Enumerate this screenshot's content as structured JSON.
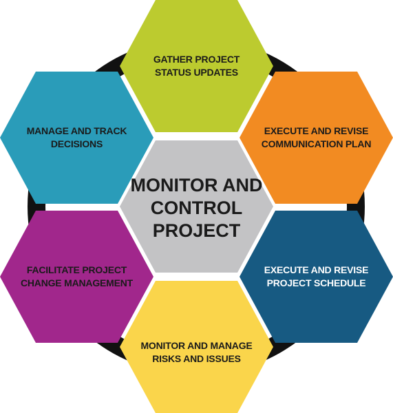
{
  "center": {
    "line1": "MONITOR AND",
    "line2": "CONTROL",
    "line3": "PROJECT",
    "color": "#c3c3c5"
  },
  "outer": {
    "top": {
      "line1": "GATHER PROJECT",
      "line2": "STATUS UPDATES",
      "color": "#bccb2f"
    },
    "upper_right": {
      "line1": "EXECUTE AND REVISE",
      "line2": "COMMUNICATION PLAN",
      "color": "#f28b22"
    },
    "lower_right": {
      "line1": "EXECUTE AND REVISE",
      "line2": "PROJECT SCHEDULE",
      "color": "#175a82"
    },
    "bottom": {
      "line1": "MONITOR AND MANAGE",
      "line2": "RISKS AND ISSUES",
      "color": "#fad54b"
    },
    "lower_left": {
      "line1": "FACILITATE PROJECT",
      "line2": "CHANGE MANAGEMENT",
      "color": "#a1278c"
    },
    "upper_left": {
      "line1": "MANAGE AND TRACK",
      "line2": "DECISIONS",
      "color": "#2a9cb9"
    }
  },
  "ring_color": "#111111"
}
